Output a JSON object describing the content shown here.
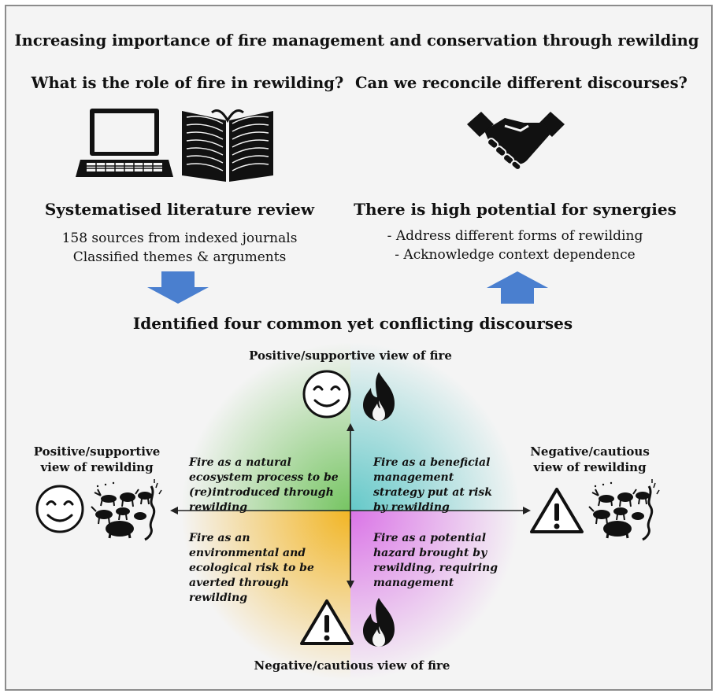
{
  "title": "Increasing importance of fire management and conservation through rewilding",
  "left_question": "What is the role of fire in rewilding?",
  "right_question": "Can we reconcile different discourses?",
  "left_heading": "Systematised literature review",
  "left_lines": [
    "158 sources from indexed journals",
    "Classified themes & arguments"
  ],
  "right_heading": "There is high potential for synergies",
  "right_lines": [
    "- Address different forms of rewilding",
    "- Acknowledge context dependence"
  ],
  "discourses_heading": "Identified four common yet conflicting discourses",
  "axes": {
    "top": "Positive/supportive view of fire",
    "bottom": "Negative/cautious view of fire",
    "left": [
      "Positive/supportive",
      "view of rewilding"
    ],
    "right": [
      "Negative/cautious",
      "view of rewilding"
    ]
  },
  "quadrants": {
    "top_left": "Fire as a natural ecosystem process to be (re)introduced through rewilding",
    "top_right": "Fire as a beneficial management strategy put at risk by rewilding",
    "bottom_left": "Fire as an environmental and ecological risk to be averted through rewilding",
    "bottom_right": "Fire as a potential hazard brought by rewilding, requiring management"
  },
  "colors": {
    "top_left": "#6fc25a",
    "top_right": "#5cc6c6",
    "bottom_left": "#f2b21a",
    "bottom_right": "#d96ee6",
    "arrow_blue": "#4a7fcf"
  },
  "icons": [
    "laptop-icon",
    "book-icon",
    "handshake-icon",
    "smiley-icon",
    "flame-icon",
    "warning-icon",
    "wildlife-icon"
  ]
}
